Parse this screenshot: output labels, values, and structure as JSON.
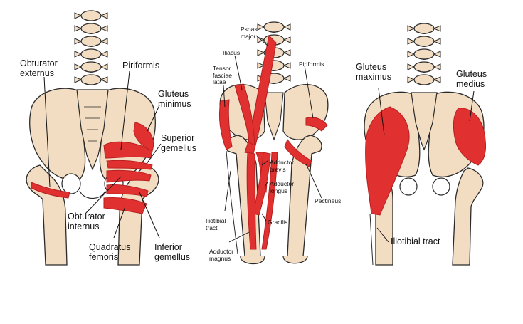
{
  "colors": {
    "bone": "#f2dcc2",
    "bone_stroke": "#2a2a2a",
    "muscle": "#e03030",
    "muscle_dark": "#b81f1f",
    "background": "#ffffff",
    "label": "#111111"
  },
  "panels": [
    {
      "id": "deep-hip-rotators",
      "labels": {
        "obturator_externus": "Obturator\nexternus",
        "piriformis": "Piriformis",
        "gluteus_minimus": "Gluteus\nminimus",
        "superior_gemellus": "Superior\ngemellus",
        "obturator_internus": "Obturator\ninternus",
        "quadratus_femoris": "Quadratus\nfemoris",
        "inferior_gemellus": "Inferior\ngemellus"
      }
    },
    {
      "id": "anterior-hip-thigh",
      "labels": {
        "psoas_major": "Psoas\nmajor",
        "iliacus": "Iliacus",
        "tensor_fasciae_latae": "Tensor\nfasciae\nlatae",
        "piriformis": "Piriformis",
        "adductor_brevis": "Adductor\nbrevis",
        "adductor_longus": "Adductor\nlongus",
        "pectineus": "Pectineus",
        "gracilis": "Gracilis",
        "iliotibial_tract": "Iliotibial\ntract",
        "adductor_magnus": "Adductor\nmagnus"
      }
    },
    {
      "id": "posterior-gluteal",
      "labels": {
        "gluteus_maximus": "Gluteus\nmaximus",
        "gluteus_medius": "Gluteus\nmedius",
        "iliotibial_tract": "Iliotibial tract"
      }
    }
  ]
}
